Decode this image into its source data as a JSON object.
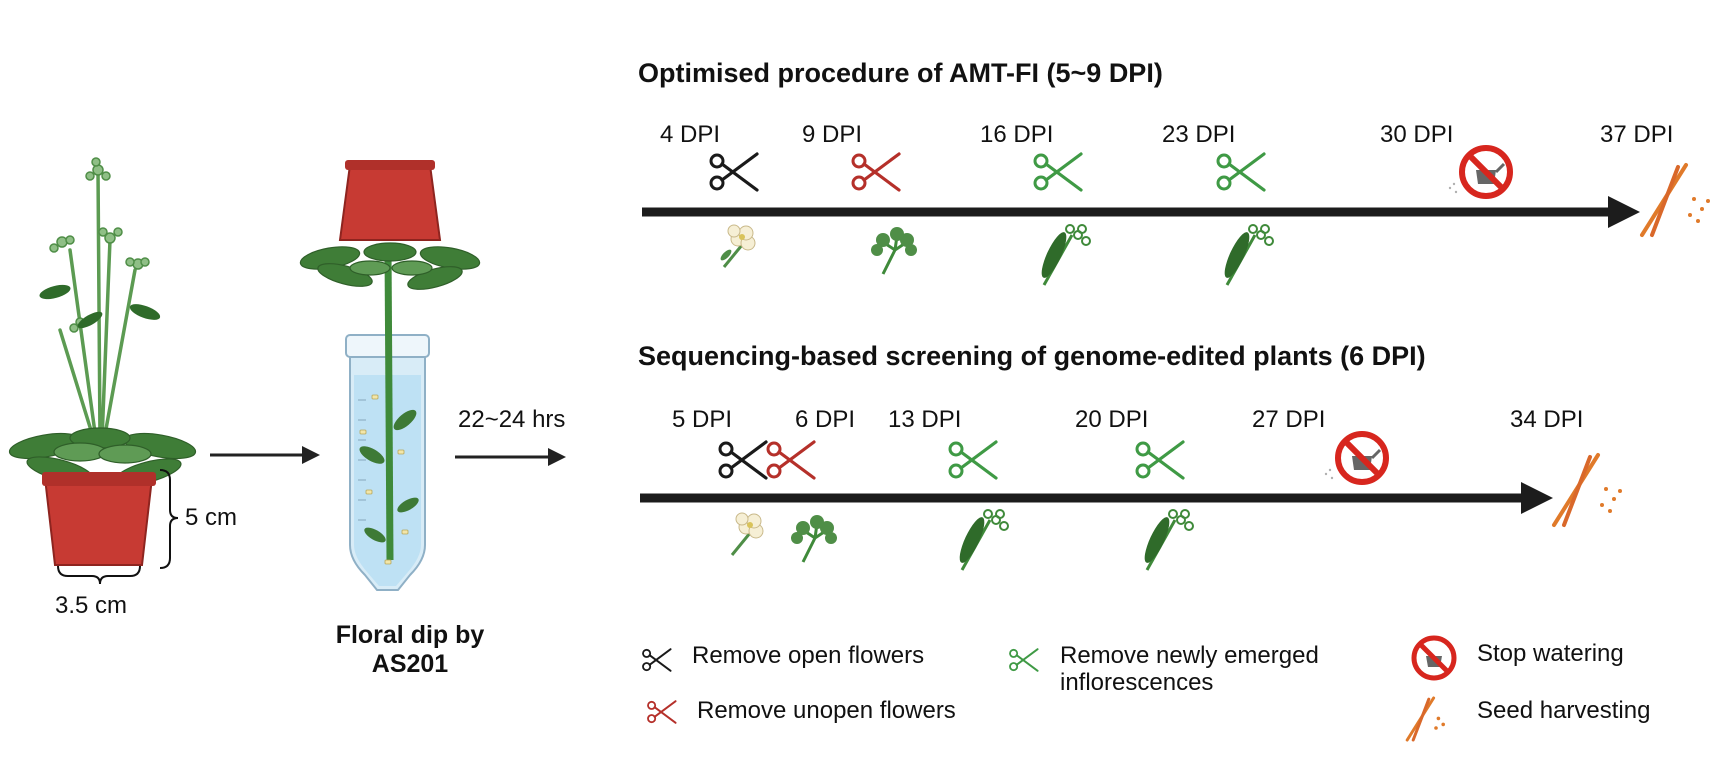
{
  "left_panel": {
    "height_label": "5 cm",
    "width_label": "3.5 cm",
    "dip_label_line1": "Floral dip by",
    "dip_label_line2": "AS201",
    "incubation_label": "22~24 hrs"
  },
  "timeline1": {
    "title": "Optimised procedure of AMT-FI (5~9 DPI)",
    "markers": [
      "4 DPI",
      "9 DPI",
      "16 DPI",
      "23 DPI",
      "30 DPI",
      "37 DPI"
    ]
  },
  "timeline2": {
    "title": "Sequencing-based screening of genome-edited plants (6 DPI)",
    "markers": [
      "5 DPI",
      "6 DPI",
      "13 DPI",
      "20 DPI",
      "27 DPI",
      "34 DPI"
    ]
  },
  "legend": {
    "remove_open": "Remove open flowers",
    "remove_unopen": "Remove unopen flowers",
    "remove_new_line1": "Remove newly emerged",
    "remove_new_line2": "inflorescences",
    "stop_watering": "Stop watering",
    "seed_harvesting": "Seed harvesting"
  },
  "colors": {
    "black_scissors": "#1a1a1a",
    "red_scissors": "#b5302a",
    "green_scissors": "#3f9a45",
    "pot_red": "#c73a33",
    "leaf_green": "#3f7d37",
    "harvest_orange": "#e07a2a",
    "no_sign_red": "#d7261e"
  }
}
